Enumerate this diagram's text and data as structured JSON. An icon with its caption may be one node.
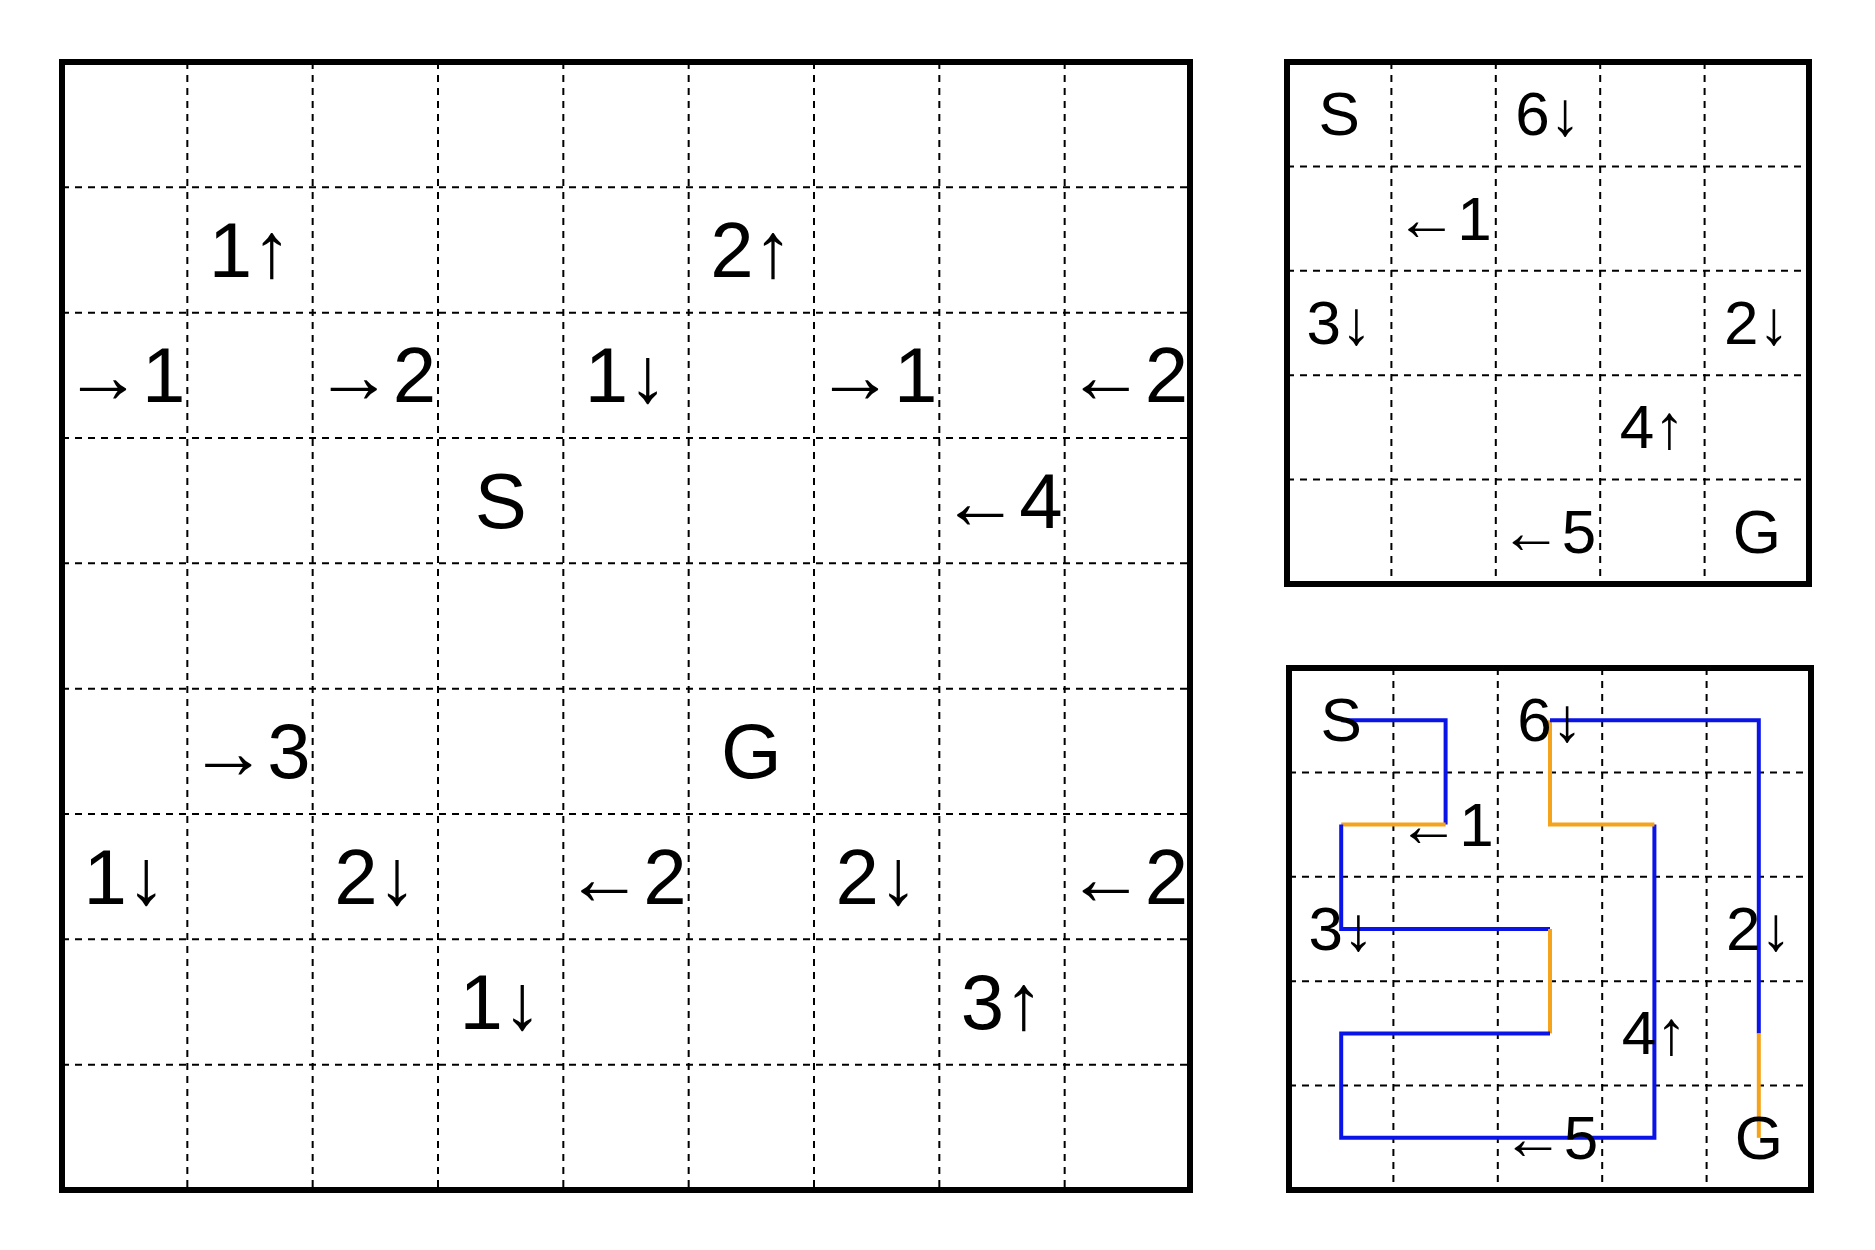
{
  "diagram": {
    "labels": [
      "1↑",
      "2↑",
      "→1",
      "→2",
      "1↓",
      "→1",
      "←2",
      "S",
      "←4",
      "→3",
      "G",
      "1↓",
      "2↓",
      "←2",
      "2↓",
      "←2",
      "1↓",
      "3↑",
      "S",
      "6↓",
      "←1",
      "3↓",
      "2↓",
      "4↑",
      "←5",
      "G",
      "S",
      "6↓",
      "←1",
      "3↓",
      "2↓",
      "4↑",
      "←5",
      "G"
    ]
  }
}
